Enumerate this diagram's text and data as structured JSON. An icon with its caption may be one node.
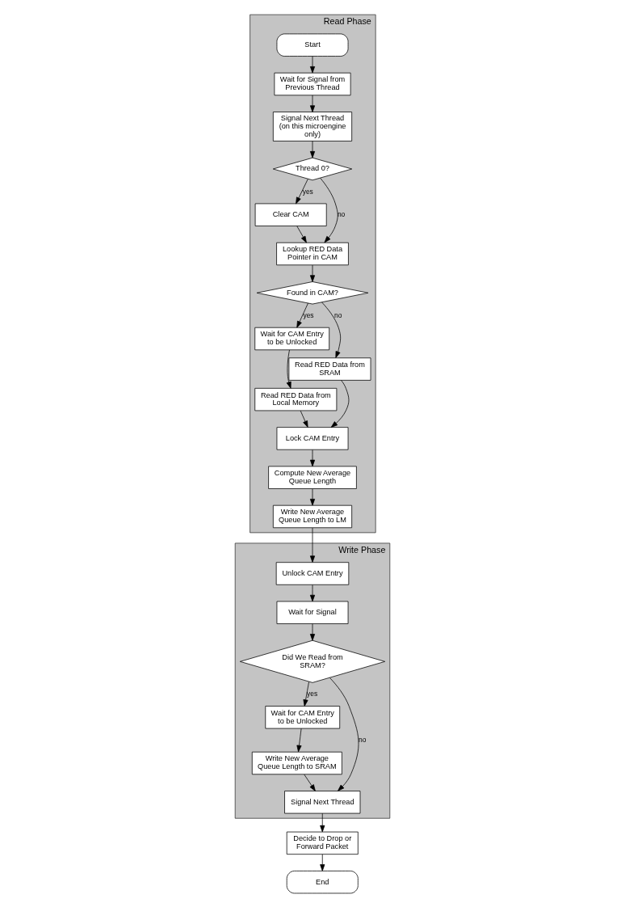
{
  "diagram": {
    "nodes": [
      {
        "text": [
          "Read Phase"
        ]
      },
      {
        "text": [
          "Start"
        ],
        "in": 0
      },
      {
        "text": [
          "Wait for Signal from Previous Thread"
        ],
        "in": 0
      },
      {
        "text": [
          "Signal Next Thread (on this microengine only)"
        ],
        "in": 0
      },
      {
        "text": [
          "Thread 0?"
        ],
        "in": 0
      },
      {
        "text": [
          "Clear CAM"
        ],
        "in": 0
      },
      {
        "text": [
          "Lookup RED Data Pointer in CAM"
        ],
        "in": 0
      },
      {
        "text": [
          "Found in CAM?"
        ],
        "in": 0
      },
      {
        "text": [
          "Wait for CAM Entry to be Unlocked"
        ],
        "in": 0
      },
      {
        "text": [
          "Read RED Data from SRAM"
        ],
        "in": 0
      },
      {
        "text": [
          "Read RED Data from Local Memory"
        ],
        "in": 0
      },
      {
        "text": [
          "Lock CAM Entry"
        ],
        "in": 0
      },
      {
        "text": [
          "Compute New Average Queue Length"
        ],
        "in": 0
      },
      {
        "text": [
          "Write New Average Queue Length to LM"
        ],
        "in": 0
      },
      {
        "text": [
          "Write Phase"
        ]
      },
      {
        "text": [
          "Unlock CAM Entry"
        ],
        "in": 14
      },
      {
        "text": [
          "Wait for Signal"
        ],
        "in": 14
      },
      {
        "text": [
          "Did We Read from SRAM?"
        ],
        "in": 14
      },
      {
        "text": [
          "Wait for CAM Entry to be Unlocked"
        ],
        "in": 14
      },
      {
        "text": [
          "Write New Average Queue Length to SRAM"
        ],
        "in": 14
      },
      {
        "text": [
          "Signal Next Thread"
        ],
        "in": 14
      },
      {
        "text": [
          "Decide to Drop or Forward Packet"
        ]
      },
      {
        "text": [
          "End"
        ]
      }
    ],
    "edges": [
      {
        "from": 1,
        "to": 2,
        "arrow": "to"
      },
      {
        "from": 2,
        "to": 3,
        "arrow": "to"
      },
      {
        "from": 3,
        "to": 4,
        "arrow": "to"
      },
      {
        "from": 4,
        "to": 5,
        "arrow": "to",
        "label": "yes"
      },
      {
        "from": 4,
        "to": 6,
        "arrow": "to",
        "label": "no"
      },
      {
        "from": 5,
        "to": 6,
        "arrow": "to"
      },
      {
        "from": 6,
        "to": 7,
        "arrow": "to"
      },
      {
        "from": 7,
        "to": 8,
        "arrow": "to",
        "label": "yes"
      },
      {
        "from": 7,
        "to": 9,
        "arrow": "to",
        "label": "no"
      },
      {
        "from": 8,
        "to": 10,
        "arrow": "to"
      },
      {
        "from": 9,
        "to": 11,
        "arrow": "to"
      },
      {
        "from": 10,
        "to": 11,
        "arrow": "to"
      },
      {
        "from": 11,
        "to": 12,
        "arrow": "to"
      },
      {
        "from": 12,
        "to": 13,
        "arrow": "to"
      },
      {
        "from": 13,
        "to": 15,
        "arrow": "to"
      },
      {
        "from": 15,
        "to": 16,
        "arrow": "to"
      },
      {
        "from": 16,
        "to": 17,
        "arrow": "to"
      },
      {
        "from": 17,
        "to": 18,
        "arrow": "to",
        "label": "yes"
      },
      {
        "from": 17,
        "to": 20,
        "arrow": "to",
        "label": "no"
      },
      {
        "from": 18,
        "to": 19,
        "arrow": "to"
      },
      {
        "from": 19,
        "to": 20,
        "arrow": "to"
      },
      {
        "from": 20,
        "to": 21,
        "arrow": "to"
      },
      {
        "from": 21,
        "to": 22,
        "arrow": "to"
      }
    ]
  }
}
